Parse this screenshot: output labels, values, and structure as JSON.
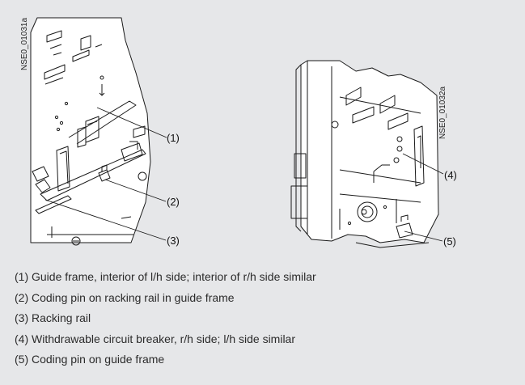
{
  "left_image": {
    "code": "NSE0_01031a"
  },
  "right_image": {
    "code": "NSE0_01032a"
  },
  "callouts": [
    "(1)",
    "(2)",
    "(3)",
    "(4)",
    "(5)"
  ],
  "legend": [
    "(1) Guide frame, interior of l/h side; interior of r/h side similar",
    "(2) Coding pin on racking rail in guide frame",
    "(3) Racking rail",
    "(4) Withdrawable circuit breaker, r/h side; l/h side similar",
    "(5) Coding pin on guide frame"
  ],
  "colors": {
    "background": "#e6e7e9",
    "drawing_fill": "#ffffff",
    "line": "#1a1a1a"
  }
}
